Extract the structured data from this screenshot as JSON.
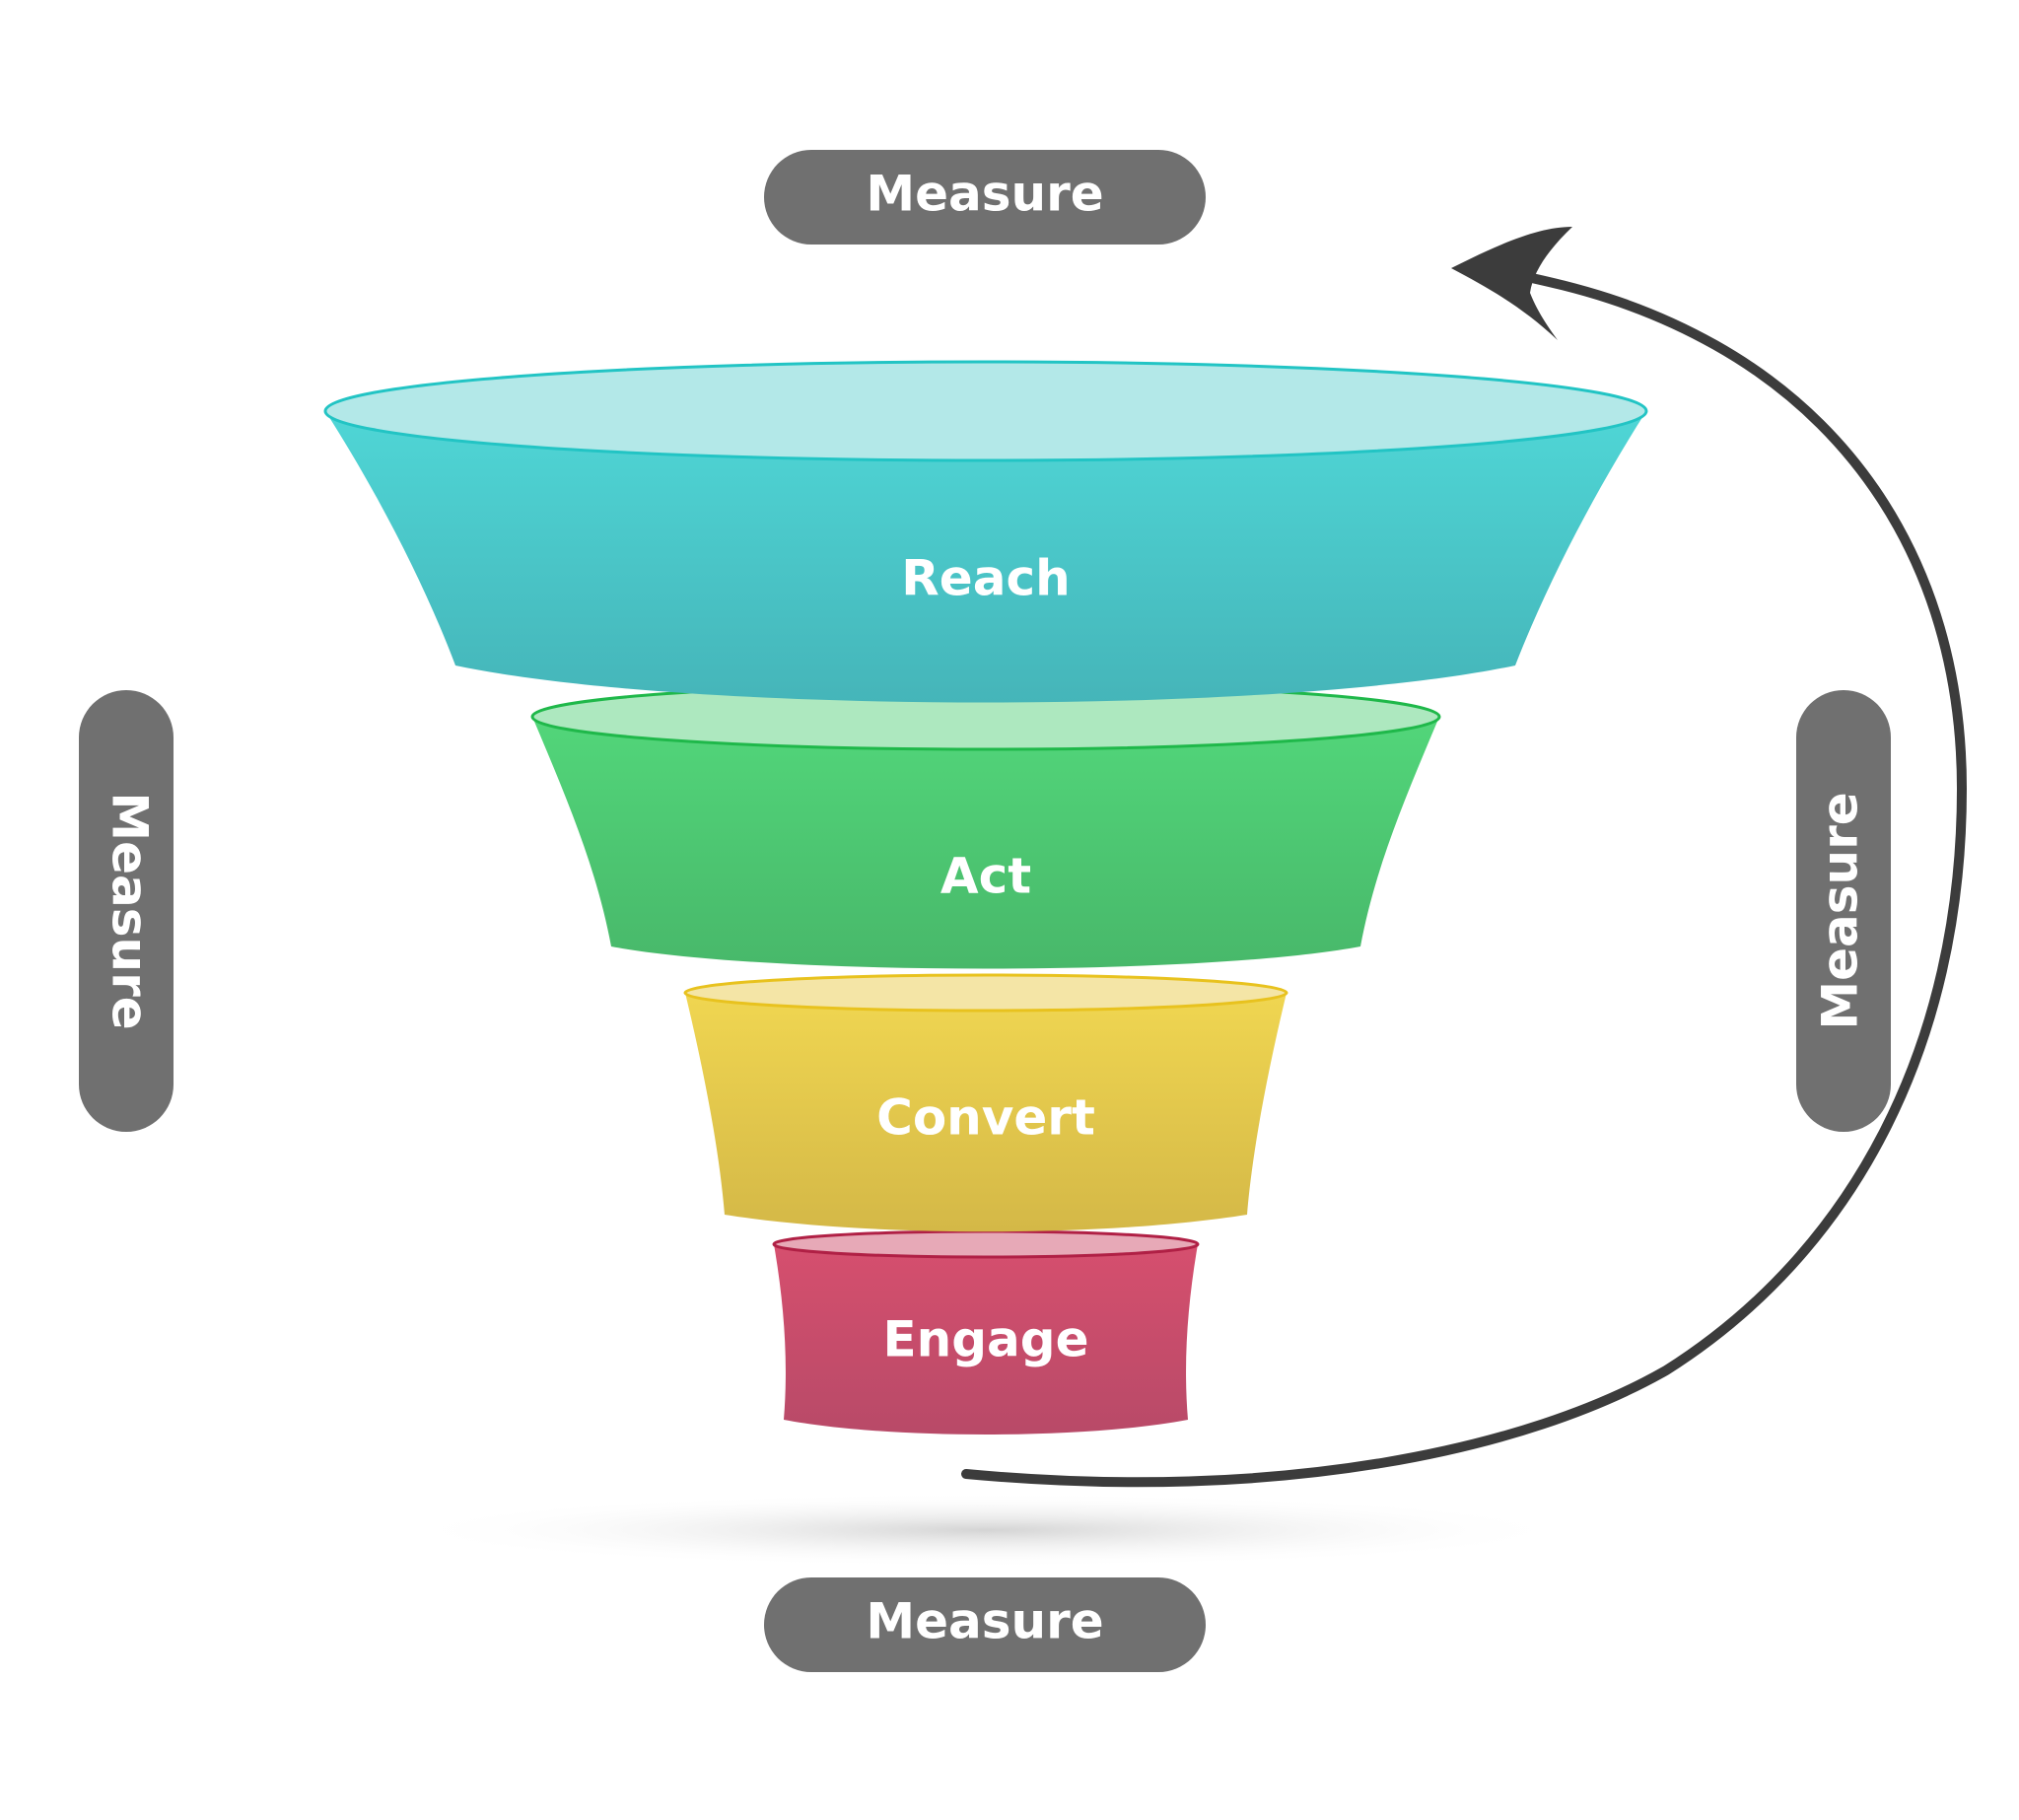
{
  "measure": {
    "top": "Measure",
    "bottom": "Measure",
    "left": "Measure",
    "right": "Measure"
  },
  "stages": [
    {
      "label": "Reach",
      "color": "#4cc6c8"
    },
    {
      "label": "Act",
      "color": "#4fc874"
    },
    {
      "label": "Convert",
      "color": "#e5cc48"
    },
    {
      "label": "Engage",
      "color": "#c84f6c"
    }
  ],
  "colors": {
    "pill": "#707070",
    "arrow": "#3c3c3c"
  }
}
